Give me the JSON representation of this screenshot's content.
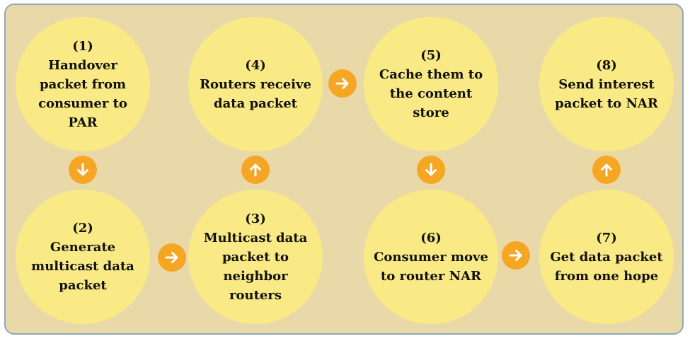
{
  "steps": [
    {
      "num": "(1)",
      "label": "Handover\npacket from\nconsumer to\nPAR"
    },
    {
      "num": "(2)",
      "label": "Generate\nmulticast data\npacket"
    },
    {
      "num": "(3)",
      "label": "Multicast data\npacket to\nneighbor routers"
    },
    {
      "num": "(4)",
      "label": "Routers receive\ndata packet"
    },
    {
      "num": "(5)",
      "label": "Cache them to\nthe content\nstore"
    },
    {
      "num": "(6)",
      "label": "Consumer move\nto router NAR"
    },
    {
      "num": "(7)",
      "label": "Get data packet\nfrom one hope"
    },
    {
      "num": "(8)",
      "label": "Send interest\npacket to NAR"
    }
  ],
  "arrows": [
    {
      "from": "1",
      "to": "2",
      "icon": "arrow-down-icon"
    },
    {
      "from": "2",
      "to": "3",
      "icon": "arrow-right-icon"
    },
    {
      "from": "3",
      "to": "4",
      "icon": "arrow-up-icon"
    },
    {
      "from": "4",
      "to": "5",
      "icon": "arrow-right-icon"
    },
    {
      "from": "5",
      "to": "6",
      "icon": "arrow-down-icon"
    },
    {
      "from": "6",
      "to": "7",
      "icon": "arrow-right-icon"
    },
    {
      "from": "7",
      "to": "8",
      "icon": "arrow-up-icon"
    }
  ],
  "colors": {
    "background": "#ead9a8",
    "border": "#8fa9b8",
    "circle": "#f9ea86",
    "arrow": "#f5a623",
    "text": "#111111"
  }
}
